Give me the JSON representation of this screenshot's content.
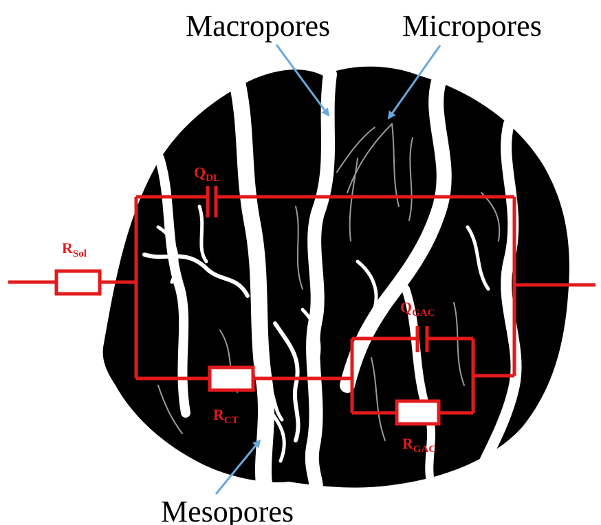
{
  "labels": {
    "macropores": "Macropores",
    "micropores": "Micropores",
    "mesopores": "Mesopores"
  },
  "circuit": {
    "r_sol": {
      "main": "R",
      "sub": "Sol"
    },
    "q_dl": {
      "main": "Q",
      "sub": "DL"
    },
    "r_ct": {
      "main": "R",
      "sub": "CT"
    },
    "q_gac": {
      "main": "Q",
      "sub": "GAC"
    },
    "r_gac": {
      "main": "R",
      "sub": "GAC"
    }
  },
  "colors": {
    "circuit": "#e31a1c",
    "arrow": "#6aa8dc",
    "particle": "#000000",
    "pore": "#ffffff"
  }
}
